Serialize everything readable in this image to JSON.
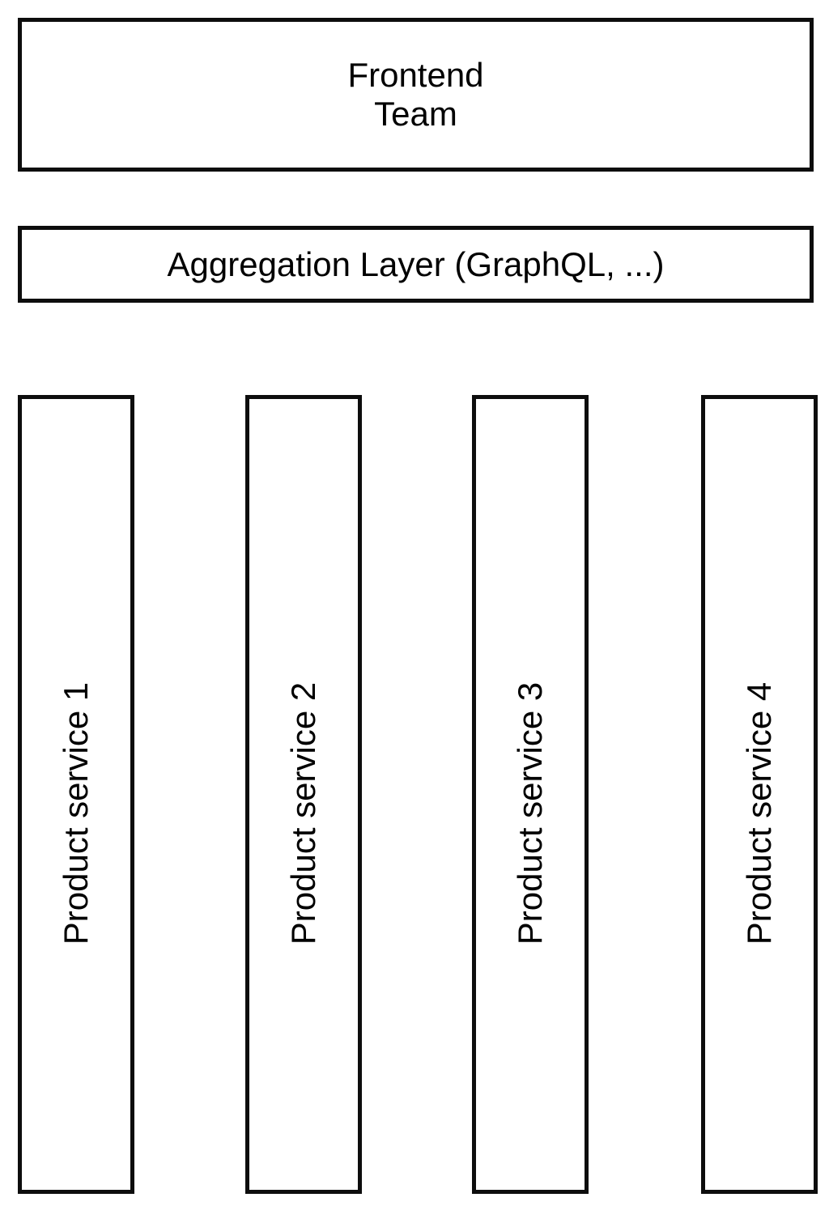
{
  "diagram": {
    "frontend_box": {
      "label": "Frontend\nTeam"
    },
    "aggregation_box": {
      "label": "Aggregation Layer (GraphQL, ...)"
    },
    "services": [
      {
        "label": "Product service 1"
      },
      {
        "label": "Product service 2"
      },
      {
        "label": "Product service 3"
      },
      {
        "label": "Product service 4"
      }
    ],
    "colors": {
      "border": "#0d0d0d",
      "text": "#000000",
      "background": "#ffffff"
    }
  }
}
